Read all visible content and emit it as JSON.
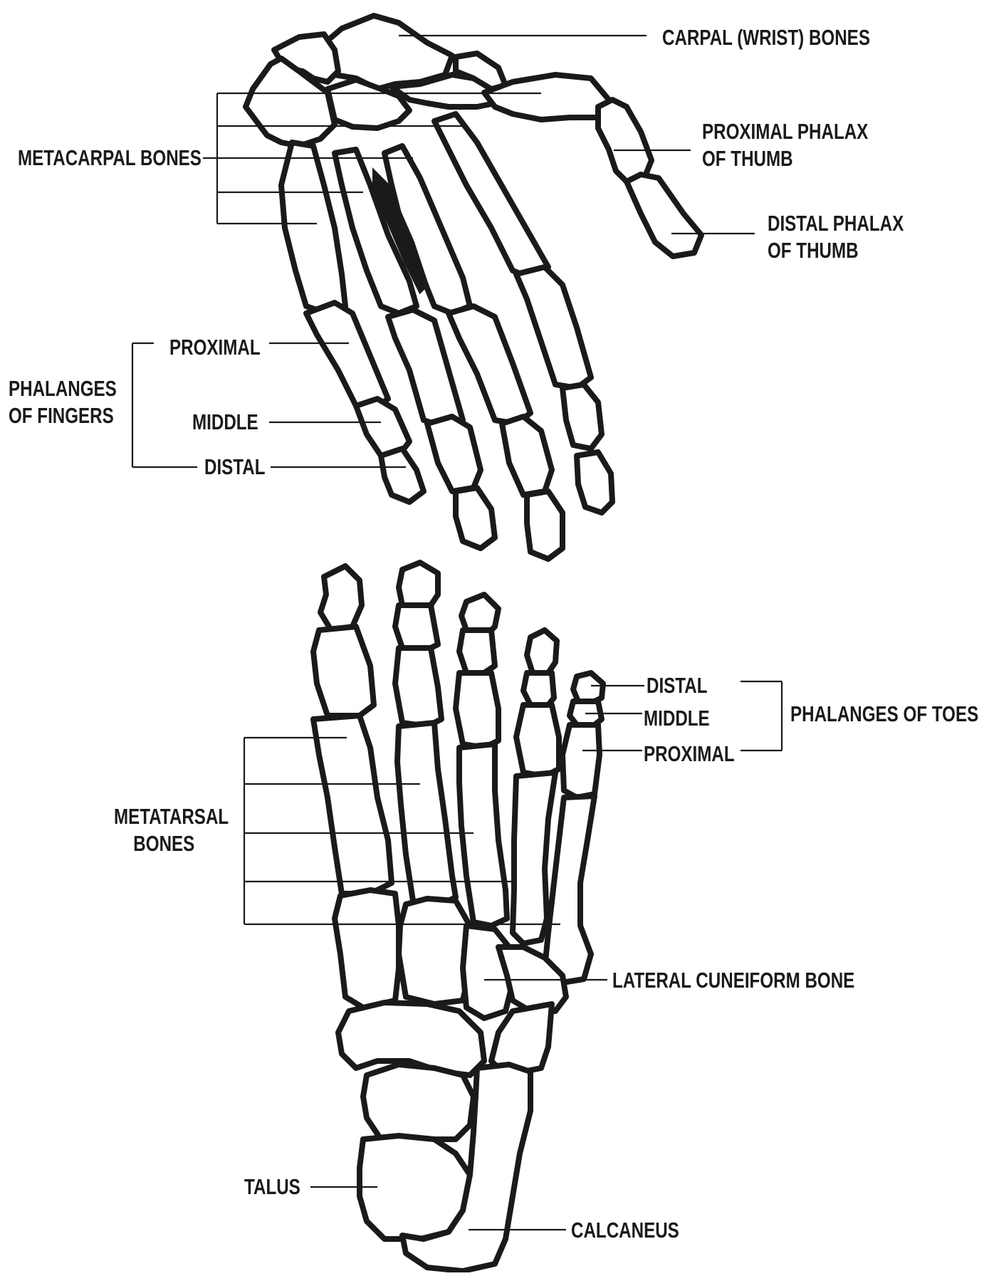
{
  "colors": {
    "outline": "#1a1a1a",
    "background": "#ffffff"
  },
  "hand_labels": {
    "carpal": "CARPAL (WRIST) BONES",
    "metacarpal": "METACARPAL BONES",
    "proximal_thumb_1": "PROXIMAL PHALAX",
    "proximal_thumb_2": "OF THUMB",
    "distal_thumb_1": "DISTAL PHALAX",
    "distal_thumb_2": "OF THUMB",
    "phalanges_fingers_1": "PHALANGES",
    "phalanges_fingers_2": "OF FINGERS",
    "proximal": "PROXIMAL",
    "middle": "MIDDLE",
    "distal": "DISTAL"
  },
  "foot_labels": {
    "distal": "DISTAL",
    "middle": "MIDDLE",
    "proximal": "PROXIMAL",
    "phalanges_toes": "PHALANGES OF TOES",
    "metatarsal_1": "METATARSAL",
    "metatarsal_2": "BONES",
    "lateral_cuneiform": "LATERAL CUNEIFORM BONE",
    "talus": "TALUS",
    "calcaneus": "CALCANEUS"
  }
}
